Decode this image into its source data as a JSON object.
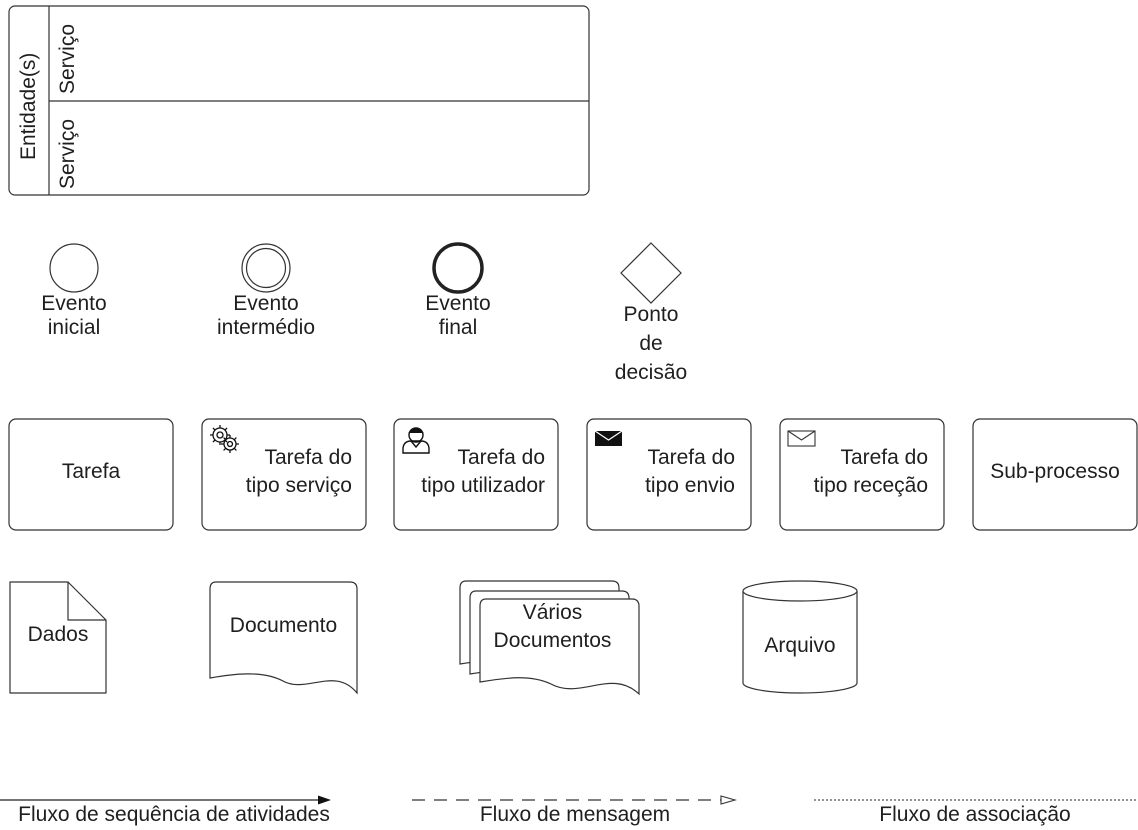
{
  "pool": {
    "entity_label": "Entidade(s)",
    "lanes": [
      "Serviço",
      "Serviço"
    ]
  },
  "events": {
    "start": "Evento\ninicial",
    "intermediate": "Evento\nintermédio",
    "end": "Evento\nfinal",
    "gateway": "Ponto\nde\ndecisão"
  },
  "tasks": {
    "task": "Tarefa",
    "service": "Tarefa do\ntipo serviço",
    "user": "Tarefa do\ntipo utilizador",
    "send": "Tarefa do\ntipo envio",
    "receive": "Tarefa do\ntipo receção",
    "subprocess": "Sub-processo"
  },
  "artifacts": {
    "data": "Dados",
    "document": "Documento",
    "multi_documents": "Vários\nDocumentos",
    "archive": "Arquivo"
  },
  "flows": {
    "sequence": "Fluxo de sequência de atividades",
    "message": "Fluxo de mensagem",
    "association": "Fluxo de associação"
  },
  "icons": {
    "service": "gear-icon",
    "user": "user-icon",
    "send": "envelope-filled-icon",
    "receive": "envelope-outline-icon"
  },
  "colors": {
    "stroke": "#333333",
    "text": "#1f1f1f"
  }
}
